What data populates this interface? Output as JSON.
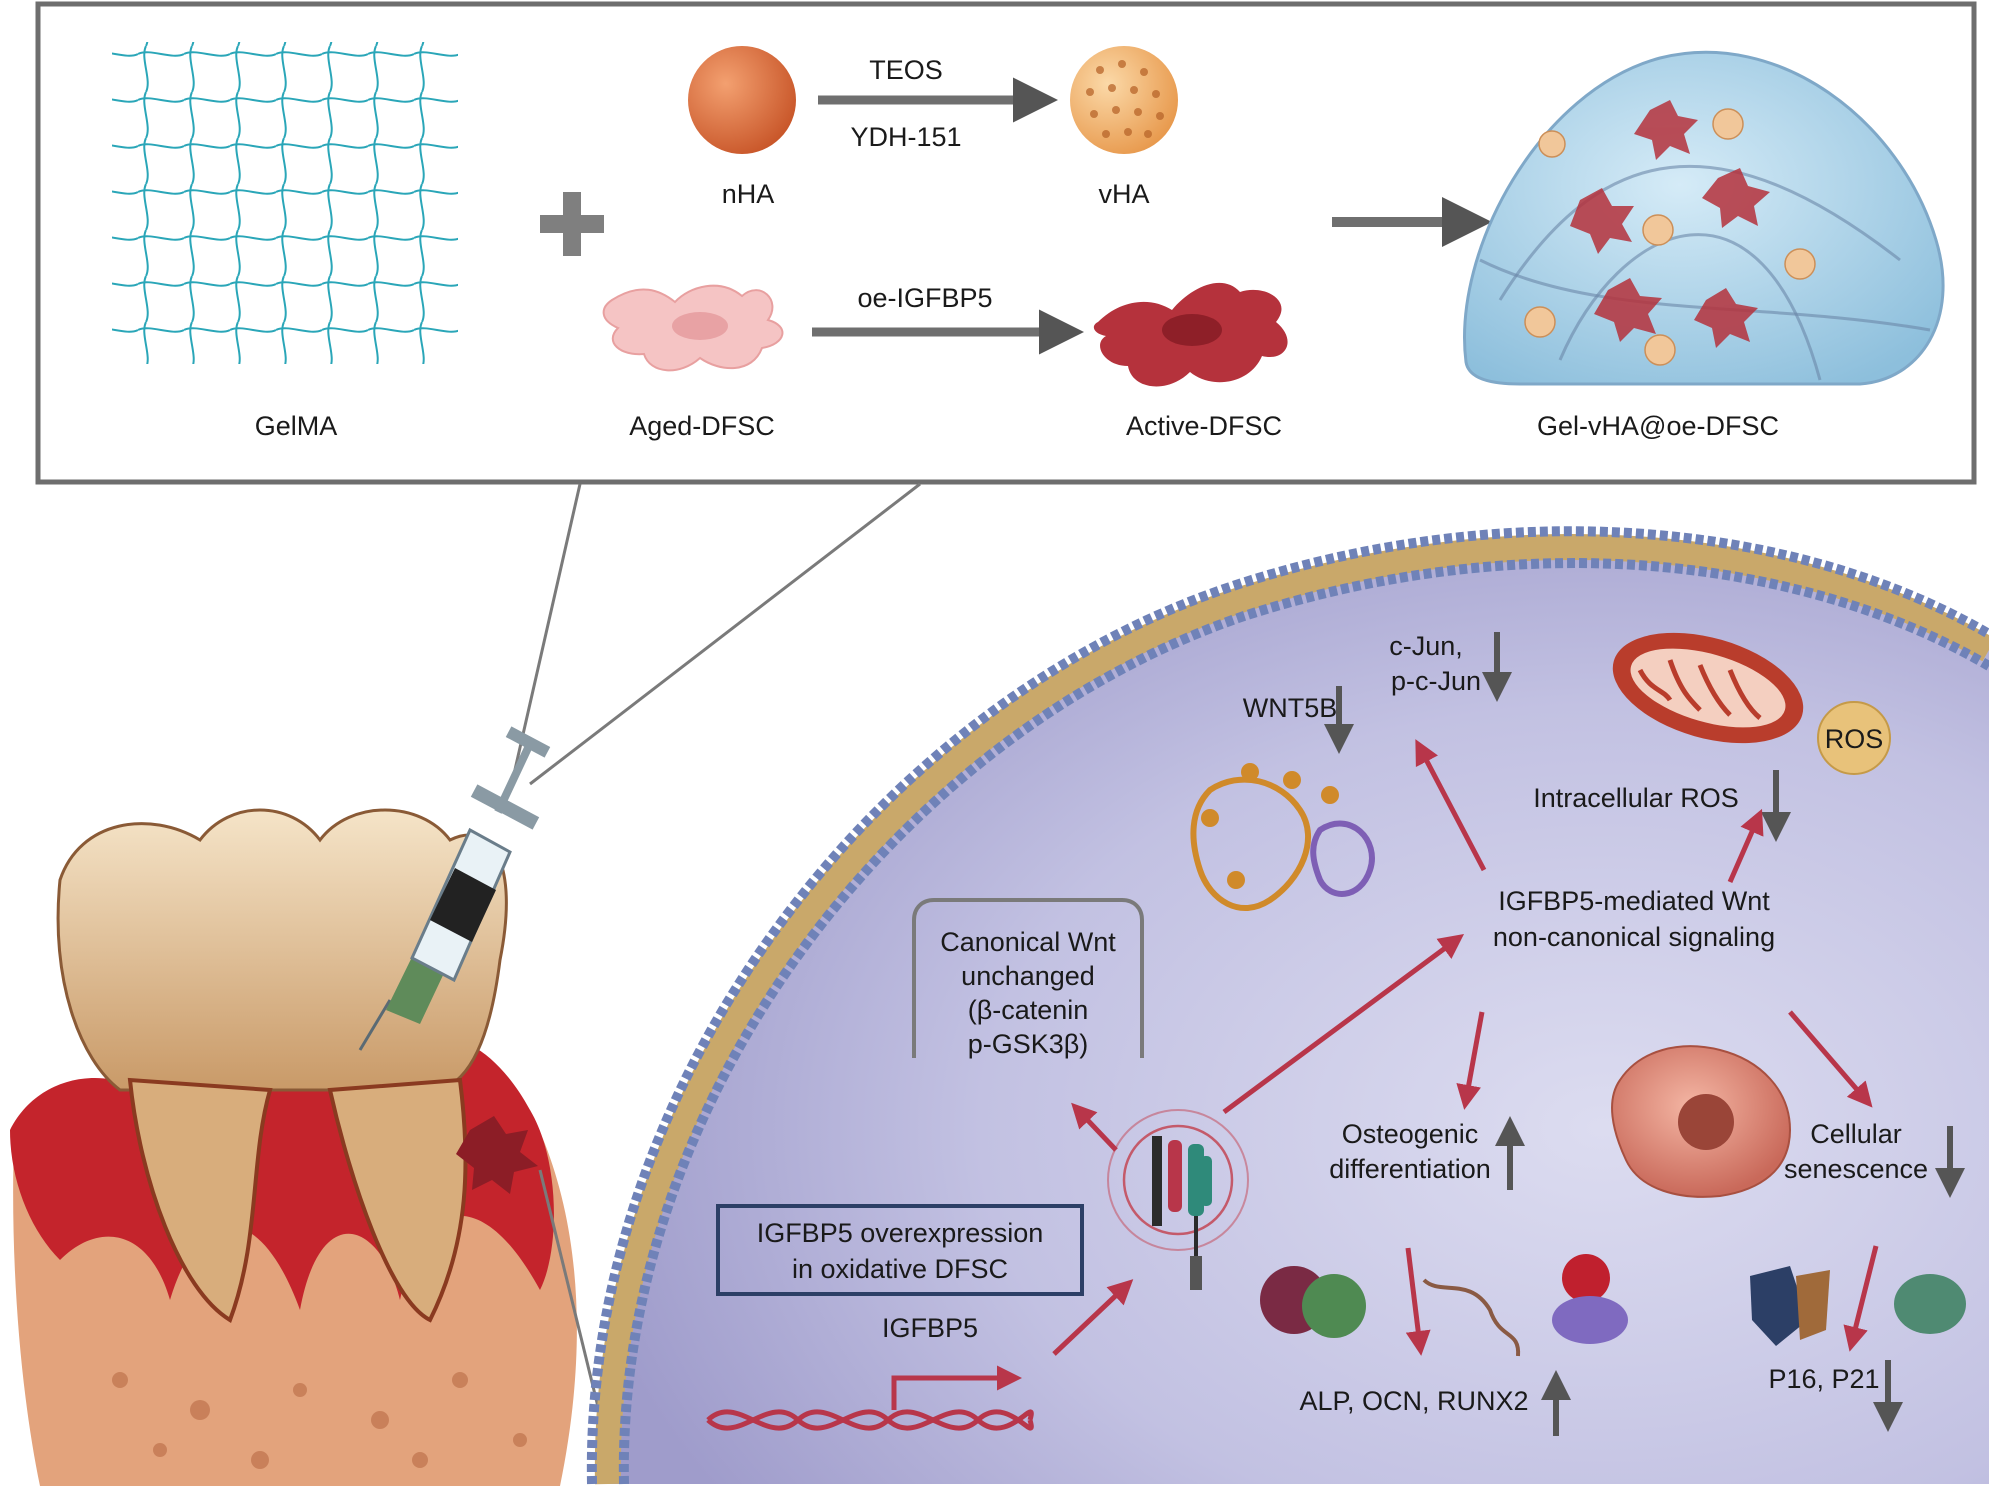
{
  "top_panel": {
    "gelma": "GelMA",
    "plus": "+",
    "nha": "nHA",
    "teos": "TEOS",
    "ydh": "YDH-151",
    "vha": "vHA",
    "aged_dfsc": "Aged-DFSC",
    "oe_igfbp5": "oe-IGFBP5",
    "active_dfsc": "Active-DFSC",
    "product": "Gel-vHA@oe-DFSC"
  },
  "cell_panel": {
    "c_jun_1": "c-Jun,",
    "c_jun_2": "p-c-Jun",
    "wnt5b": "WNT5B",
    "ros": "ROS",
    "intracellular_ros": "Intracellular ROS",
    "mediated_1": "IGFBP5-mediated Wnt",
    "mediated_2": "non-canonical signaling",
    "canonical_1": "Canonical Wnt",
    "canonical_2": "unchanged",
    "canonical_3": "(β-catenin",
    "canonical_4": "p-GSK3β)",
    "osteo_1": "Osteogenic",
    "osteo_2": "differentiation",
    "sen_1": "Cellular",
    "sen_2": "senescence",
    "overexp_1": "IGFBP5 overexpression",
    "overexp_2": "in oxidative DFSC",
    "igfbp5": "IGFBP5",
    "markers": "ALP, OCN, RUNX2",
    "p16p21": "P16, P21"
  },
  "colors": {
    "frame": "#6e6e6e",
    "mesh": "#2aa6b8",
    "nha": "#e07a45",
    "cell_red": "#b5323c",
    "cell_pink": "#f5c4c4",
    "gel": "#a9cfe6",
    "cytoplasm": "#b9b8dc",
    "membrane": "#c9a86a",
    "arrow_red": "#b8364a",
    "arrow_grey": "#555555",
    "gum": "#c4242c",
    "tooth": "#e8cfa8"
  }
}
